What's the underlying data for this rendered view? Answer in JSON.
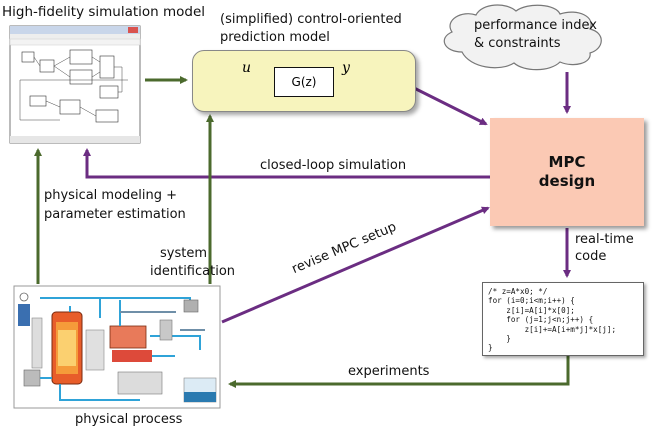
{
  "sim_model": {
    "title": "High-fidelity simulation model"
  },
  "prediction_model": {
    "title_line1": "(simplified) control-oriented",
    "title_line2": "prediction model",
    "input_symbol": "u",
    "block_label": "G(z)",
    "output_symbol": "y"
  },
  "performance": {
    "line1": "performance index",
    "line2": "& constraints"
  },
  "mpc": {
    "line1": "MPC",
    "line2": "design"
  },
  "arrows": {
    "closed_loop": "closed-loop simulation",
    "phys_modeling_line1": "physical modeling +",
    "phys_modeling_line2": "parameter estimation",
    "sysid_line1": "system",
    "sysid_line2": "identification",
    "revise": "revise MPC setup",
    "realtime_line1": "real-time",
    "realtime_line2": "code",
    "experiments": "experiments"
  },
  "code_box": {
    "line1": "/* z=A*x0; */",
    "line2": "for (i=0;i<m;i++) {",
    "line3": "    z[i]=A[i]*x[0];",
    "line4": "    for (j=1;j<n;j++) {",
    "line5": "        z[i]+=A[i+m*j]*x[j];",
    "line6": "    }",
    "line7": "}"
  },
  "process": {
    "caption": "physical process"
  },
  "colors": {
    "purple": "#6b2d82",
    "green": "#4b6a2d",
    "mpc_fill": "#fbc9b4",
    "pred_fill": "#f7f4bd"
  }
}
